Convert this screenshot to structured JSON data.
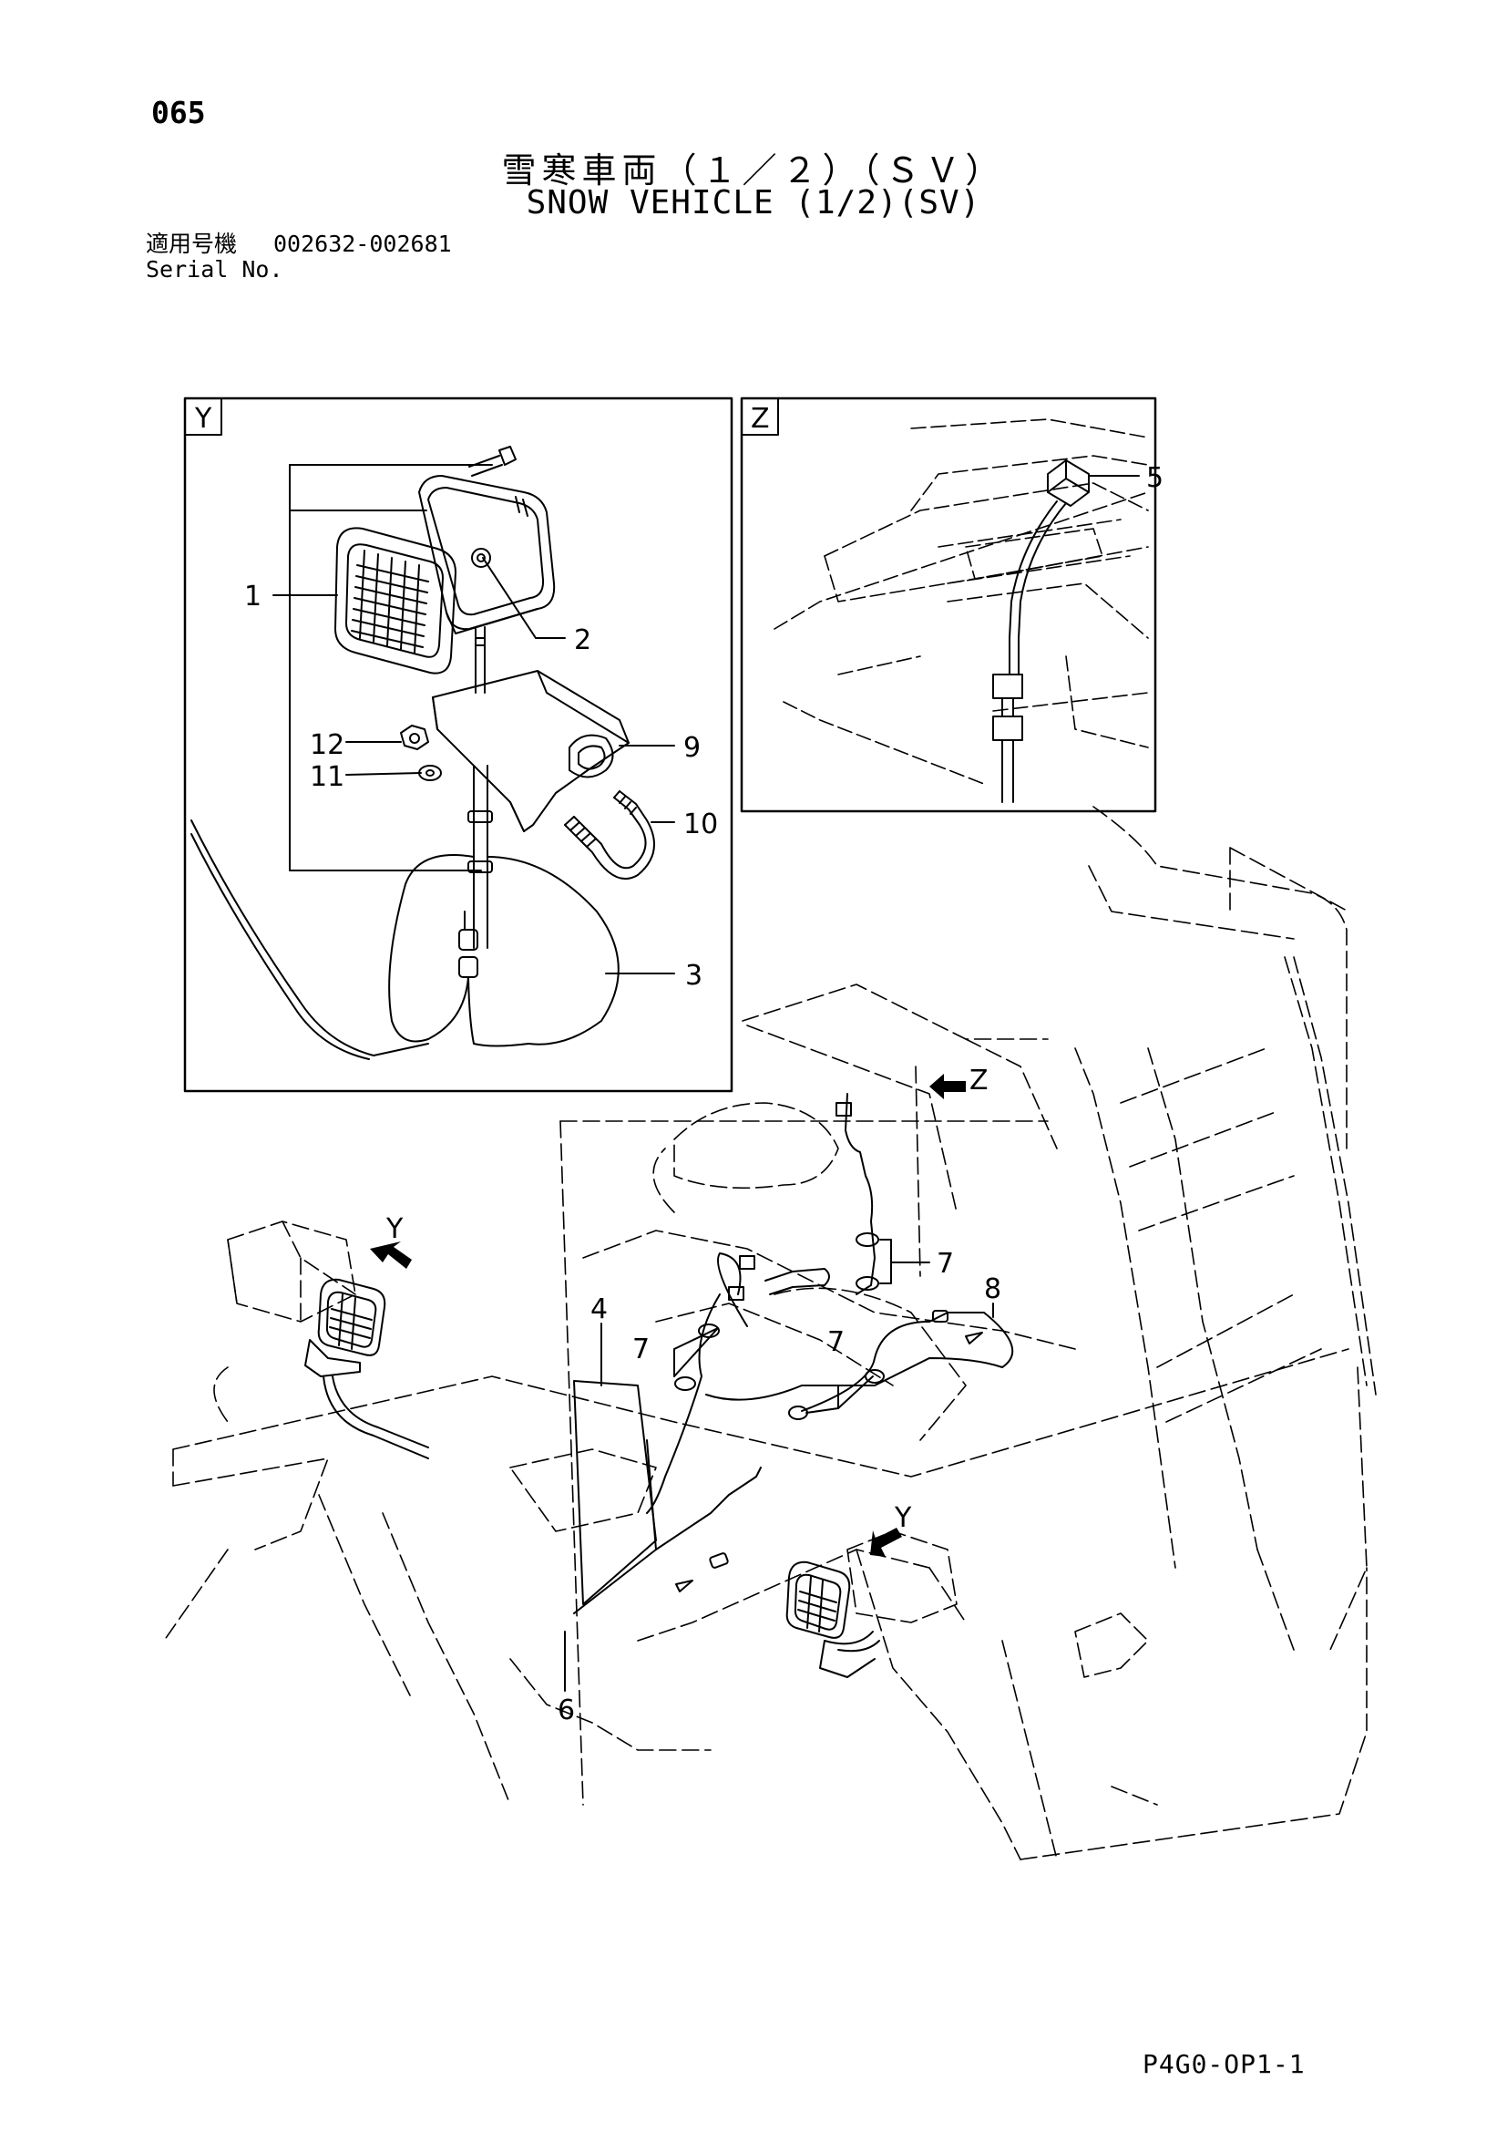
{
  "header": {
    "page_number": "065",
    "title_jp": "雪寒車両（１／２）（ＳＶ）",
    "title_en": "SNOW VEHICLE (1/2)(SV)",
    "serial_label_jp": "適用号機",
    "serial_range": "002632-002681",
    "serial_label_en": "Serial No."
  },
  "diagram": {
    "detail_y_label": "Y",
    "detail_z_label": "Z",
    "view_arrow_labels": {
      "y_left": "Y",
      "y_right": "Y",
      "z": "Z"
    },
    "callouts": {
      "c1": "1",
      "c2": "2",
      "c3": "3",
      "c4": "4",
      "c5": "5",
      "c6": "6",
      "c7a": "7",
      "c7b": "7",
      "c7c": "7",
      "c8": "8",
      "c9": "9",
      "c10": "10",
      "c11": "11",
      "c12": "12"
    }
  },
  "footer": {
    "code": "P4G0-OP1-1"
  }
}
